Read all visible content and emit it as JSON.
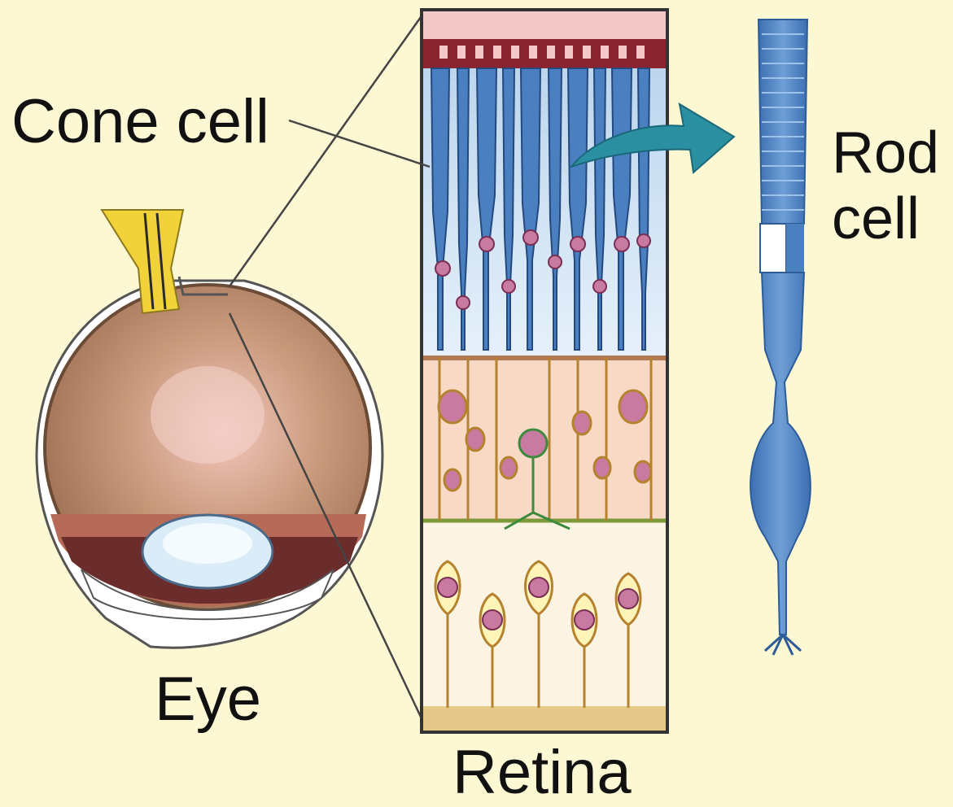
{
  "labels": {
    "cone_cell": "Cone cell",
    "rod_cell_line1": "Rod",
    "rod_cell_line2": "cell",
    "eye": "Eye",
    "retina": "Retina"
  },
  "colors": {
    "background": "#fdf8d4",
    "photoreceptor_blue": "#4a7fc0",
    "nucleus_pink": "#c87aa0",
    "neuron_yellow": "#e9c96a",
    "eye_brown": "#b98c6c",
    "optic_nerve": "#f1d23a",
    "arrow_teal": "#2a8fa0"
  }
}
